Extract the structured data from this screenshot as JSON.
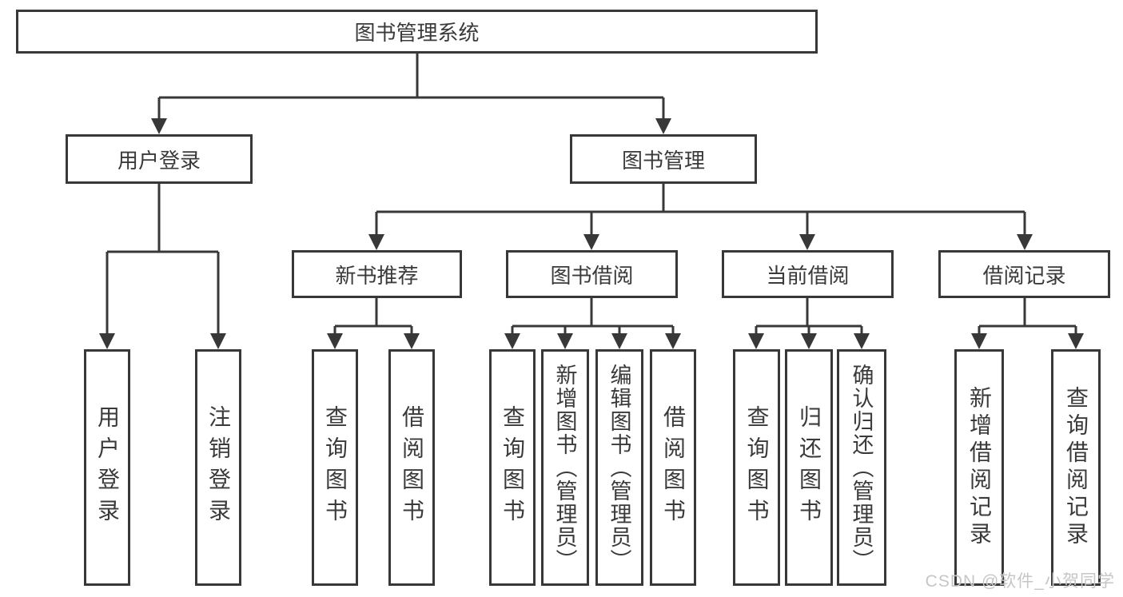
{
  "diagram": {
    "title": "图书管理系统",
    "nodes": {
      "root": "图书管理系统",
      "user_login": "用户登录",
      "book_mgmt": "图书管理",
      "new_book_rec": "新书推荐",
      "book_borrow": "图书借阅",
      "current_borrow": "当前借阅",
      "borrow_records": "借阅记录",
      "ul_user_login": "用户登录",
      "ul_logout": "注销登录",
      "nr_query_book": "查询图书",
      "nr_borrow_book": "借阅图书",
      "bb_query_book": "查询图书",
      "bb_add_book": "新增图书（管理员）",
      "bb_edit_book": "编辑图书（管理员）",
      "bb_borrow_book": "借阅图书",
      "cb_query_book": "查询图书",
      "cb_return_book": "归还图书",
      "cb_confirm_return": "确认归还（管理员）",
      "br_add_record": "新增借阅记录",
      "br_query_record": "查询借阅记录"
    },
    "hierarchy": {
      "图书管理系统": {
        "用户登录": [
          "用户登录",
          "注销登录"
        ],
        "图书管理": {
          "新书推荐": [
            "查询图书",
            "借阅图书"
          ],
          "图书借阅": [
            "查询图书",
            "新增图书（管理员）",
            "编辑图书（管理员）",
            "借阅图书"
          ],
          "当前借阅": [
            "查询图书",
            "归还图书",
            "确认归还（管理员）"
          ],
          "借阅记录": [
            "新增借阅记录",
            "查询借阅记录"
          ]
        }
      }
    }
  },
  "watermark": {
    "text": "CSDN @软件_小贺同学"
  },
  "colors": {
    "line": "#383838",
    "text": "#3a3a3a",
    "box_background": "#ffffff",
    "watermark": "#c6c6c6"
  }
}
